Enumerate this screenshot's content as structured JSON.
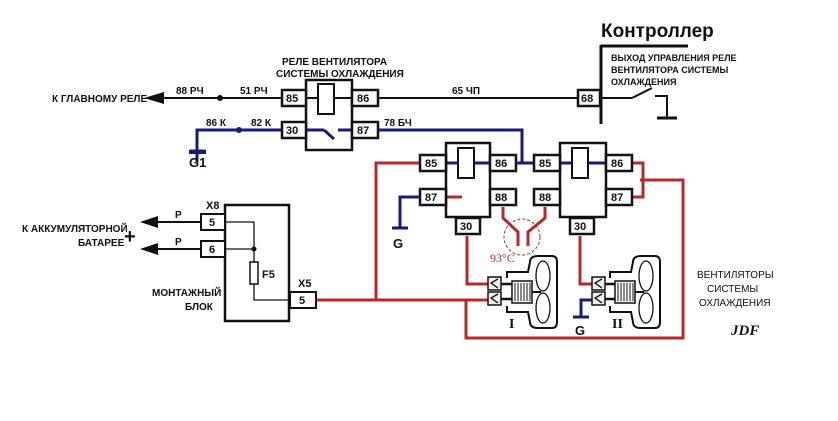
{
  "controller": {
    "title": "Контроллер",
    "desc": [
      "ВЫХОД УПРАВЛЕНИЯ РЕЛЕ",
      "ВЕНТИЛЯТОРА СИСТЕМЫ",
      "ОХЛАЖДЕНИЯ"
    ],
    "pin": "68"
  },
  "main_relay": {
    "title": [
      "РЕЛЕ ВЕНТИЛЯТОРА",
      "СИСТЕМЫ ОХЛАЖДЕНИЯ"
    ],
    "pins": {
      "p85": "85",
      "p86": "86",
      "p30": "30",
      "p87": "87"
    }
  },
  "wires": {
    "w88": "88 РЧ",
    "w51": "51 РЧ",
    "w65": "65 ЧП",
    "w86k": "86 К",
    "w82k": "82 К",
    "w78": "78 БЧ",
    "p1": "Р",
    "p2": "Р"
  },
  "labels": {
    "to_main_relay": "К ГЛАВНОМУ РЕЛЕ",
    "to_battery": [
      "К АККУМУЛЯТОРНОЙ",
      "БАТАРЕЕ"
    ],
    "plus": "+",
    "mount_block": [
      "МОНТАЖНЫЙ",
      "БЛОК"
    ],
    "fans": [
      "ВЕНТИЛЯТОРЫ",
      "СИСТЕМЫ",
      "ОХЛАЖДЕНИЯ"
    ],
    "signature": "JDF",
    "temperature": "93°C"
  },
  "grounds": {
    "g1": "G1",
    "g2": "G",
    "g3": "G"
  },
  "mount_block": {
    "x8": "X8",
    "x8_pin5": "5",
    "x8_pin6": "6",
    "fuse": "F5",
    "x5": "X5",
    "x5_pin5": "5"
  },
  "relay_a": {
    "p85": "85",
    "p86": "86",
    "p87": "87",
    "p88": "88",
    "p30": "30"
  },
  "relay_b": {
    "p85": "85",
    "p86": "86",
    "p87": "87",
    "p88": "88",
    "p30": "30"
  },
  "fans": {
    "fan1": "I",
    "fan2": "II"
  }
}
